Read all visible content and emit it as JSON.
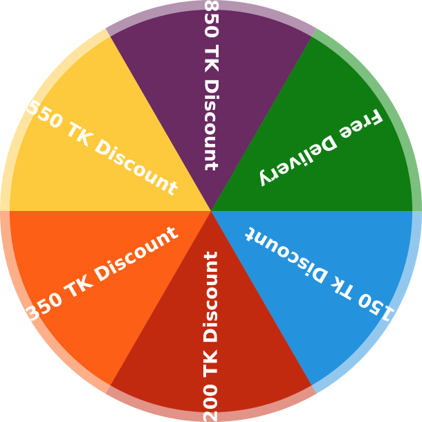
{
  "wheel": {
    "segments": [
      {
        "label": "Free Delivery",
        "color": "#0F7D12",
        "rim": "#7DBF7F"
      },
      {
        "label": "150 Tk Discount",
        "color": "#2592DD",
        "rim": "#93C8EE"
      },
      {
        "label": "200 TK Discount",
        "color": "#C22A10",
        "rim": "#E19487"
      },
      {
        "label": "350 TK Discount",
        "color": "#FC5F15",
        "rim": "#FDAF8A"
      },
      {
        "label": "550 TK Discount",
        "color": "#FDCA3D",
        "rim": "#FEE49E"
      },
      {
        "label": "850 TK Discount",
        "color": "#6A2A62",
        "rim": "#B494B0"
      }
    ]
  }
}
